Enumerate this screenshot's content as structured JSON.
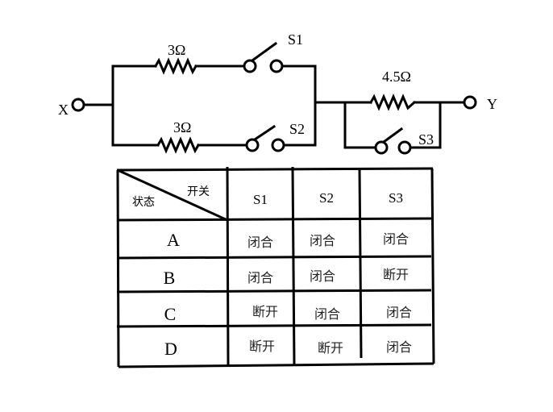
{
  "circuit": {
    "terminal_left": "X",
    "terminal_right": "Y",
    "resistor_top": "3Ω",
    "resistor_bottom": "3Ω",
    "resistor_right": "4.5Ω",
    "switch_1": "S1",
    "switch_2": "S2",
    "switch_3": "S3"
  },
  "table": {
    "corner_top": "开关",
    "corner_bottom": "状态",
    "headers": [
      "S1",
      "S2",
      "S3"
    ],
    "rows": [
      {
        "label": "A",
        "values": [
          "闭合",
          "闭合",
          "闭合"
        ]
      },
      {
        "label": "B",
        "values": [
          "闭合",
          "闭合",
          "断开"
        ]
      },
      {
        "label": "C",
        "values": [
          "断开",
          "闭合",
          "闭合"
        ]
      },
      {
        "label": "D",
        "values": [
          "断开",
          "断开",
          "闭合"
        ]
      }
    ]
  }
}
